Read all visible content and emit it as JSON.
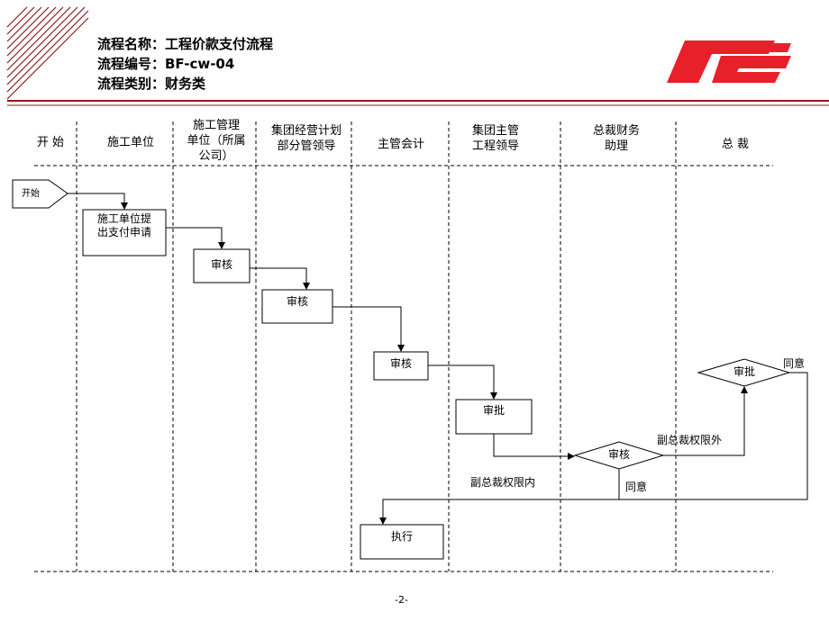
{
  "header": {
    "title_line_1": "流程名称：工程价款支付流程",
    "title_line_2": "流程编号：BF-cw-04",
    "title_line_3": "流程类别：财务类",
    "accent_color": "#8b1a1a",
    "logo_color": "#e8202a"
  },
  "columns": [
    {
      "label": "开 始"
    },
    {
      "label": "施工单位"
    },
    {
      "label": "施工管理\n单位（所属\n公司）"
    },
    {
      "label": "集团经营计划\n部分管领导"
    },
    {
      "label": "主管会计"
    },
    {
      "label": "集团主管\n工程领导"
    },
    {
      "label": "总裁财务\n助理"
    },
    {
      "label": "总 裁"
    }
  ],
  "nodes": {
    "start": "开始",
    "apply": "施工单位提\n出支付申请",
    "review1": "审核",
    "review2": "审核",
    "review3": "审核",
    "approve1": "审批",
    "decision_review": "审核",
    "decision_approve": "审批",
    "execute": "执行"
  },
  "edge_labels": {
    "outside_authority": "副总裁权限外",
    "inside_authority": "副总裁权限内",
    "agree_assistant": "同意",
    "agree_president": "同意"
  },
  "footer": {
    "page_number": "-2-"
  }
}
